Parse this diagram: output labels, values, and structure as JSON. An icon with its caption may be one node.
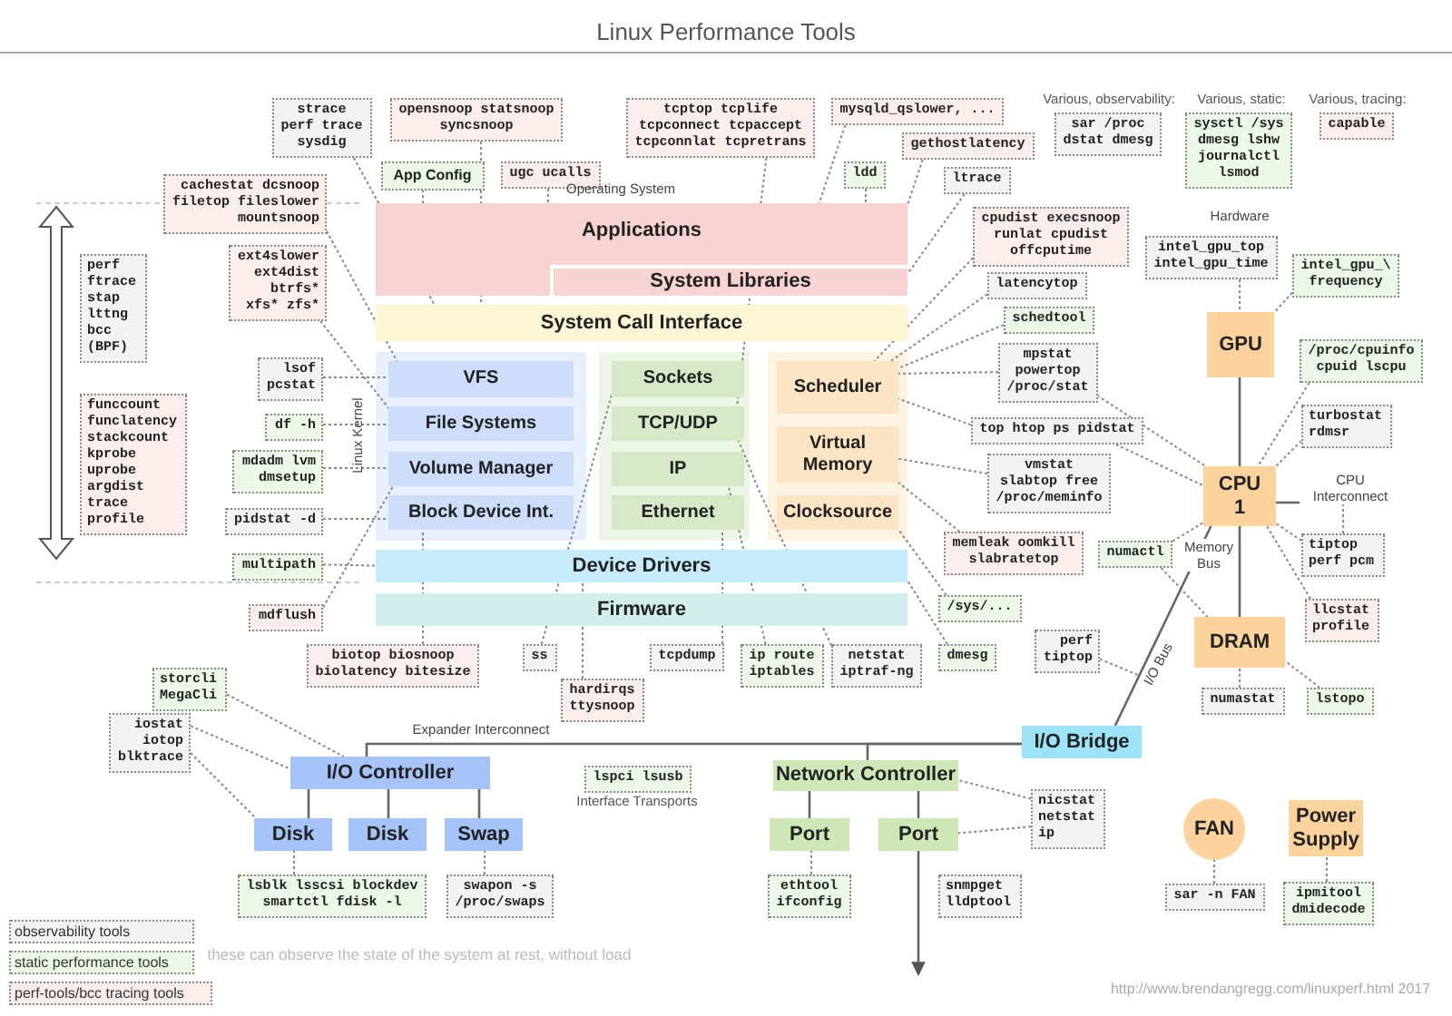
{
  "diagram": {
    "title": "Linux Performance Tools",
    "nodes": [
      {
        "text": [
          "Applications"
        ]
      },
      {
        "text": [
          "System Libraries"
        ],
        "in": 0
      },
      {
        "text": [
          "System Call Interface"
        ]
      },
      {
        "text": [
          "VFS"
        ]
      },
      {
        "text": [
          "File Systems"
        ]
      },
      {
        "text": [
          "Volume Manager"
        ]
      },
      {
        "text": [
          "Block Device Int."
        ]
      },
      {
        "text": [
          "Sockets"
        ]
      },
      {
        "text": [
          "TCP/UDP"
        ]
      },
      {
        "text": [
          "IP"
        ]
      },
      {
        "text": [
          "Ethernet"
        ]
      },
      {
        "text": [
          "Scheduler"
        ]
      },
      {
        "text": [
          "Virtual Memory"
        ]
      },
      {
        "text": [
          "Clocksource"
        ]
      },
      {
        "text": [
          "Device Drivers"
        ]
      },
      {
        "text": [
          "Firmware"
        ]
      },
      {
        "text": [
          "GPU"
        ]
      },
      {
        "text": [
          "CPU 1"
        ]
      },
      {
        "text": [
          "DRAM"
        ]
      },
      {
        "text": [
          "I/O Bridge"
        ]
      },
      {
        "text": [
          "I/O Controller"
        ]
      },
      {
        "text": [
          "Disk"
        ]
      },
      {
        "text": [
          "Disk"
        ]
      },
      {
        "text": [
          "Swap"
        ]
      },
      {
        "text": [
          "Network Controller"
        ]
      },
      {
        "text": [
          "Port"
        ]
      },
      {
        "text": [
          "Port"
        ]
      },
      {
        "text": [
          "FAN"
        ]
      },
      {
        "text": [
          "Power Supply"
        ]
      },
      {
        "text": [
          "strace perf trace sysdig"
        ]
      },
      {
        "text": [
          "opensnoop statsnoop syncsnoop"
        ]
      },
      {
        "text": [
          "tcptop tcplife tcpconnect tcpaccept tcpconnlat tcpretrans"
        ]
      },
      {
        "text": [
          "mysqld_qslower, ..."
        ]
      },
      {
        "text": [
          "App Config"
        ]
      },
      {
        "text": [
          "ugc ucalls"
        ]
      },
      {
        "text": [
          "ldd"
        ]
      },
      {
        "text": [
          "gethostlatency"
        ]
      },
      {
        "text": [
          "ltrace"
        ]
      },
      {
        "text": [
          "cachestat dcsnoop filetop fileslower mountsnoop"
        ]
      },
      {
        "text": [
          "ext4slower ext4dist btrfs* xfs* zfs*"
        ]
      },
      {
        "text": [
          "perf ftrace stap lttng bcc (BPF)"
        ]
      },
      {
        "text": [
          "funccount funclatency stackcount kprobe uprobe argdist trace profile"
        ]
      },
      {
        "text": [
          "lsof pcstat"
        ]
      },
      {
        "text": [
          "df -h"
        ]
      },
      {
        "text": [
          "mdadm lvm dmsetup"
        ]
      },
      {
        "text": [
          "pidstat -d"
        ]
      },
      {
        "text": [
          "multipath"
        ]
      },
      {
        "text": [
          "mdflush"
        ]
      },
      {
        "text": [
          "biotop biosnoop biolatency bitesize"
        ]
      },
      {
        "text": [
          "ss"
        ]
      },
      {
        "text": [
          "hardirqs ttysnoop"
        ]
      },
      {
        "text": [
          "tcpdump"
        ]
      },
      {
        "text": [
          "ip route iptables"
        ]
      },
      {
        "text": [
          "netstat iptraf-ng"
        ]
      },
      {
        "text": [
          "dmesg"
        ]
      },
      {
        "text": [
          "/sys/..."
        ]
      },
      {
        "text": [
          "memleak oomkill slabratetop"
        ]
      },
      {
        "text": [
          "vmstat slabtop free /proc/meminfo"
        ]
      },
      {
        "text": [
          "top htop ps pidstat"
        ]
      },
      {
        "text": [
          "mpstat powertop /proc/stat"
        ]
      },
      {
        "text": [
          "cpudist execsnoop runlat cpudist offcputime"
        ]
      },
      {
        "text": [
          "latencytop"
        ]
      },
      {
        "text": [
          "schedtool"
        ]
      },
      {
        "text": [
          "intel_gpu_top intel_gpu_time"
        ]
      },
      {
        "text": [
          "intel_gpu_\\ frequency"
        ]
      },
      {
        "text": [
          "/proc/cpuinfo cpuid lscpu"
        ]
      },
      {
        "text": [
          "turbostat rdmsr"
        ]
      },
      {
        "text": [
          "tiptop perf pcm"
        ]
      },
      {
        "text": [
          "llcstat profile"
        ]
      },
      {
        "text": [
          "numactl"
        ]
      },
      {
        "text": [
          "perf tiptop"
        ]
      },
      {
        "text": [
          "numastat"
        ]
      },
      {
        "text": [
          "lstopo"
        ]
      },
      {
        "text": [
          "sar /proc dstat dmesg"
        ],
        "beside": [
          "Various, observability:"
        ]
      },
      {
        "text": [
          "sysctl /sys dmesg lshw journalctl lsmod"
        ],
        "beside": [
          "Various, static:"
        ]
      },
      {
        "text": [
          "capable"
        ],
        "beside": [
          "Various, tracing:"
        ]
      },
      {
        "text": [
          "storcli MegaCli"
        ]
      },
      {
        "text": [
          "iostat iotop blktrace"
        ]
      },
      {
        "text": [
          "lsblk lsscsi blockdev smartctl fdisk -l"
        ]
      },
      {
        "text": [
          "swapon -s /proc/swaps"
        ]
      },
      {
        "text": [
          "lspci lsusb"
        ],
        "beside": [
          "Interface Transports"
        ]
      },
      {
        "text": [
          "nicstat netstat ip"
        ]
      },
      {
        "text": [
          "ethtool ifconfig"
        ]
      },
      {
        "text": [
          "snmpget lldptool"
        ]
      },
      {
        "text": [
          "sar -n FAN"
        ]
      },
      {
        "text": [
          "ipmitool dmidecode"
        ]
      }
    ],
    "edges": [
      {
        "from": 29,
        "to": 2,
        "arrow": "none",
        "style": "dashed"
      },
      {
        "from": 30,
        "to": 2,
        "arrow": "none",
        "style": "dashed"
      },
      {
        "from": 31,
        "to": 8,
        "arrow": "none",
        "style": "dashed"
      },
      {
        "from": 32,
        "to": 0,
        "arrow": "none",
        "style": "dashed"
      },
      {
        "from": 33,
        "to": 0,
        "arrow": "none",
        "style": "dashed"
      },
      {
        "from": 34,
        "to": 0,
        "arrow": "none",
        "style": "dashed"
      },
      {
        "from": 35,
        "to": 1,
        "arrow": "none",
        "style": "dashed"
      },
      {
        "from": 36,
        "to": 1,
        "arrow": "none",
        "style": "dashed"
      },
      {
        "from": 37,
        "to": 1,
        "arrow": "none",
        "style": "dashed"
      },
      {
        "from": 38,
        "to": 3,
        "arrow": "none",
        "style": "dashed"
      },
      {
        "from": 39,
        "to": 4,
        "arrow": "none",
        "style": "dashed"
      },
      {
        "from": 42,
        "to": 3,
        "arrow": "none",
        "style": "dashed"
      },
      {
        "from": 43,
        "to": 4,
        "arrow": "none",
        "style": "dashed"
      },
      {
        "from": 44,
        "to": 5,
        "arrow": "none",
        "style": "dashed"
      },
      {
        "from": 45,
        "to": 6,
        "arrow": "none",
        "style": "dashed"
      },
      {
        "from": 46,
        "to": 14,
        "arrow": "none",
        "style": "dashed"
      },
      {
        "from": 47,
        "to": 5,
        "arrow": "none",
        "style": "dashed"
      },
      {
        "from": 48,
        "to": 6,
        "arrow": "none",
        "style": "dashed"
      },
      {
        "from": 49,
        "to": 7,
        "arrow": "none",
        "style": "dashed"
      },
      {
        "from": 50,
        "to": 14,
        "arrow": "none",
        "style": "dashed"
      },
      {
        "from": 51,
        "to": 10,
        "arrow": "none",
        "style": "dashed"
      },
      {
        "from": 52,
        "to": 9,
        "arrow": "none",
        "style": "dashed"
      },
      {
        "from": 53,
        "to": 8,
        "arrow": "none",
        "style": "dashed"
      },
      {
        "from": 54,
        "to": 14,
        "arrow": "none",
        "style": "dashed"
      },
      {
        "from": 55,
        "to": 13,
        "arrow": "none",
        "style": "dashed"
      },
      {
        "from": 56,
        "to": 12,
        "arrow": "none",
        "style": "dashed"
      },
      {
        "from": 57,
        "to": 12,
        "arrow": "none",
        "style": "dashed"
      },
      {
        "from": 58,
        "to": 11,
        "arrow": "none",
        "style": "dashed"
      },
      {
        "from": 58,
        "to": 17,
        "arrow": "none",
        "style": "dashed"
      },
      {
        "from": 59,
        "to": 11,
        "arrow": "none",
        "style": "dashed"
      },
      {
        "from": 59,
        "to": 17,
        "arrow": "none",
        "style": "dashed"
      },
      {
        "from": 60,
        "to": 11,
        "arrow": "none",
        "style": "dashed"
      },
      {
        "from": 61,
        "to": 11,
        "arrow": "none",
        "style": "dashed"
      },
      {
        "from": 62,
        "to": 11,
        "arrow": "none",
        "style": "dashed"
      },
      {
        "from": 63,
        "to": 16,
        "arrow": "none",
        "style": "dashed"
      },
      {
        "from": 64,
        "to": 16,
        "arrow": "none",
        "style": "dashed"
      },
      {
        "from": 65,
        "to": 17,
        "arrow": "none",
        "style": "dashed"
      },
      {
        "from": 66,
        "to": 17,
        "arrow": "none",
        "style": "dashed"
      },
      {
        "from": 67,
        "to": 17,
        "arrow": "none",
        "style": "dashed"
      },
      {
        "from": 67,
        "to": null,
        "arrow": "none",
        "style": "dashed"
      },
      {
        "from": 68,
        "to": 17,
        "arrow": "none",
        "style": "dashed"
      },
      {
        "from": 69,
        "to": 17,
        "arrow": "none",
        "style": "dashed"
      },
      {
        "from": 69,
        "to": 18,
        "arrow": "none",
        "style": "dashed"
      },
      {
        "from": 70,
        "to": null,
        "arrow": "none",
        "style": "dashed"
      },
      {
        "from": 71,
        "to": 18,
        "arrow": "none",
        "style": "dashed"
      },
      {
        "from": 72,
        "to": 18,
        "arrow": "none",
        "style": "dashed"
      },
      {
        "from": 76,
        "to": 20,
        "arrow": "none",
        "style": "dashed"
      },
      {
        "from": 77,
        "to": 20,
        "arrow": "none",
        "style": "dashed"
      },
      {
        "from": 77,
        "to": 21,
        "arrow": "none",
        "style": "dashed"
      },
      {
        "from": 78,
        "to": 21,
        "arrow": "none",
        "style": "dashed"
      },
      {
        "from": 79,
        "to": 23,
        "arrow": "none",
        "style": "dashed"
      },
      {
        "from": 81,
        "to": 24,
        "arrow": "none",
        "style": "dashed"
      },
      {
        "from": 81,
        "to": 26,
        "arrow": "none",
        "style": "dashed"
      },
      {
        "from": 82,
        "to": 25,
        "arrow": "none",
        "style": "dashed"
      },
      {
        "from": 84,
        "to": 27,
        "arrow": "none",
        "style": "dashed"
      },
      {
        "from": 85,
        "to": 28,
        "arrow": "none",
        "style": "dashed"
      },
      {
        "from": 16,
        "to": 17,
        "arrow": "none"
      },
      {
        "from": 17,
        "to": 18,
        "arrow": "none",
        "label": "Memory Bus"
      },
      {
        "from": 17,
        "to": null,
        "arrow": "none",
        "label": "CPU Interconnect"
      },
      {
        "from": 17,
        "to": 19,
        "arrow": "none",
        "label": "I/O Bus"
      },
      {
        "from": 20,
        "to": 19,
        "arrow": "none",
        "label": "Expander Interconnect"
      },
      {
        "from": 24,
        "to": 19,
        "arrow": "none"
      },
      {
        "from": 20,
        "to": 21,
        "arrow": "none"
      },
      {
        "from": 20,
        "to": 22,
        "arrow": "none"
      },
      {
        "from": 20,
        "to": 23,
        "arrow": "none"
      },
      {
        "from": 24,
        "to": 25,
        "arrow": "none"
      },
      {
        "from": 26,
        "to": null,
        "arrow": "to"
      },
      {
        "from": 24,
        "to": 26,
        "arrow": "none"
      }
    ],
    "labels": [
      "Operating System",
      "Hardware",
      "Linux Kernel",
      "these can observe the state of the system at rest, without load",
      "http://www.brendangregg.com/linuxperf.html 2017"
    ],
    "legend": [
      {
        "text": "observability tools",
        "color": "#f3f3f3"
      },
      {
        "text": "static performance tools",
        "color": "#edf8e9"
      },
      {
        "text": "perf-tools/bcc tracing tools",
        "color": "#fdeeee"
      }
    ]
  }
}
